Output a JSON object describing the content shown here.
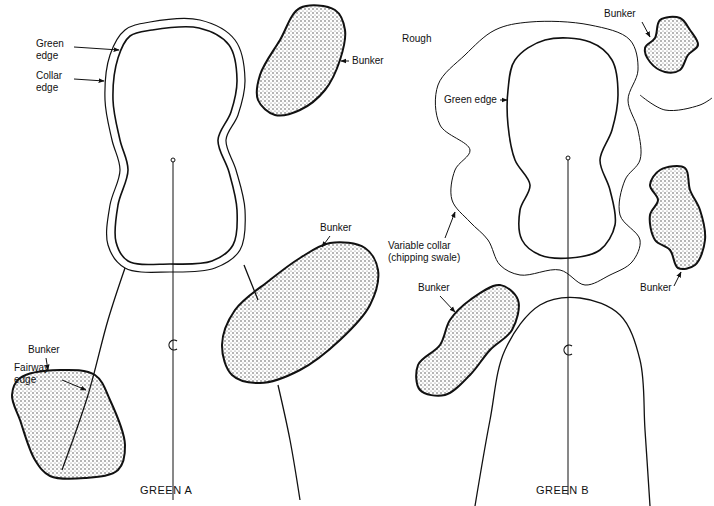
{
  "diagram": {
    "labels": [
      "Green edge",
      "Collar edge",
      "Bunker",
      "Bunker",
      "Fairway edge",
      "Bunker",
      "GREEN A",
      "Rough",
      "Green edge",
      "Variable collar (chipping swale)",
      "Bunker",
      "Bunker",
      "Bunker",
      "GREEN B"
    ]
  }
}
